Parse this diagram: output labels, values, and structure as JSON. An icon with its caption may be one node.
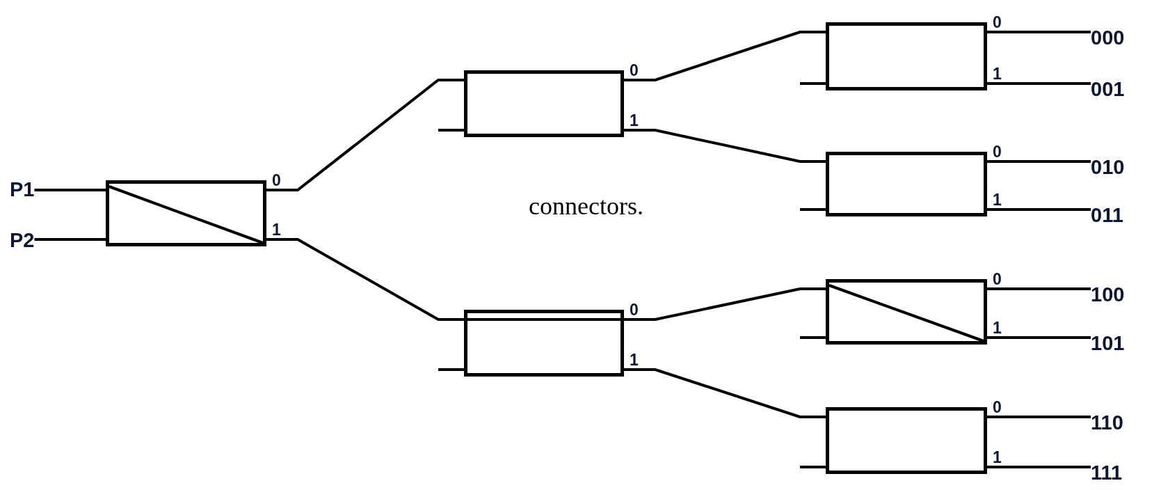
{
  "diagram": {
    "nodes": [
      {
        "text": [
          "P1"
        ]
      },
      {
        "text": [
          "P2"
        ]
      },
      {
        "text": [],
        "shape": "box",
        "beside": [
          "0",
          "1"
        ]
      },
      {
        "text": [],
        "shape": "box",
        "beside": [
          "0",
          "1"
        ]
      },
      {
        "text": [],
        "shape": "box",
        "beside": [
          "0",
          "1"
        ]
      },
      {
        "text": [],
        "shape": "box",
        "beside": [
          "0",
          "1"
        ]
      },
      {
        "text": [],
        "shape": "box",
        "beside": [
          "0",
          "1"
        ]
      },
      {
        "text": [],
        "shape": "box",
        "beside": [
          "0",
          "1"
        ]
      },
      {
        "text": [],
        "shape": "box",
        "beside": [
          "0",
          "1"
        ]
      },
      {
        "text": [
          "000"
        ]
      },
      {
        "text": [
          "001"
        ]
      },
      {
        "text": [
          "010"
        ]
      },
      {
        "text": [
          "011"
        ]
      },
      {
        "text": [
          "100"
        ]
      },
      {
        "text": [
          "101"
        ]
      },
      {
        "text": [
          "110"
        ]
      },
      {
        "text": [
          "111"
        ]
      }
    ],
    "edges": [
      {
        "from": 0,
        "to": 2,
        "arrow": "none"
      },
      {
        "from": 1,
        "to": 2,
        "arrow": "none"
      },
      {
        "from": 2,
        "to": 3,
        "arrow": "none"
      },
      {
        "from": 2,
        "to": 4,
        "arrow": "none"
      },
      {
        "from": null,
        "to": 3,
        "arrow": "none"
      },
      {
        "from": 3,
        "to": 5,
        "arrow": "none"
      },
      {
        "from": 3,
        "to": 6,
        "arrow": "none"
      },
      {
        "from": null,
        "to": 4,
        "arrow": "none"
      },
      {
        "from": 4,
        "to": 7,
        "arrow": "none"
      },
      {
        "from": 4,
        "to": 8,
        "arrow": "none"
      },
      {
        "from": null,
        "to": 5,
        "arrow": "none"
      },
      {
        "from": null,
        "to": 6,
        "arrow": "none"
      },
      {
        "from": null,
        "to": 7,
        "arrow": "none"
      },
      {
        "from": null,
        "to": 8,
        "arrow": "none"
      },
      {
        "from": 5,
        "to": 9,
        "arrow": "none"
      },
      {
        "from": 5,
        "to": 10,
        "arrow": "none"
      },
      {
        "from": 6,
        "to": 11,
        "arrow": "none"
      },
      {
        "from": 6,
        "to": 12,
        "arrow": "none"
      },
      {
        "from": 7,
        "to": 13,
        "arrow": "none"
      },
      {
        "from": 7,
        "to": 14,
        "arrow": "none"
      },
      {
        "from": 8,
        "to": 15,
        "arrow": "none"
      },
      {
        "from": 8,
        "to": 16,
        "arrow": "none"
      }
    ],
    "labels": [
      "connectors."
    ]
  }
}
